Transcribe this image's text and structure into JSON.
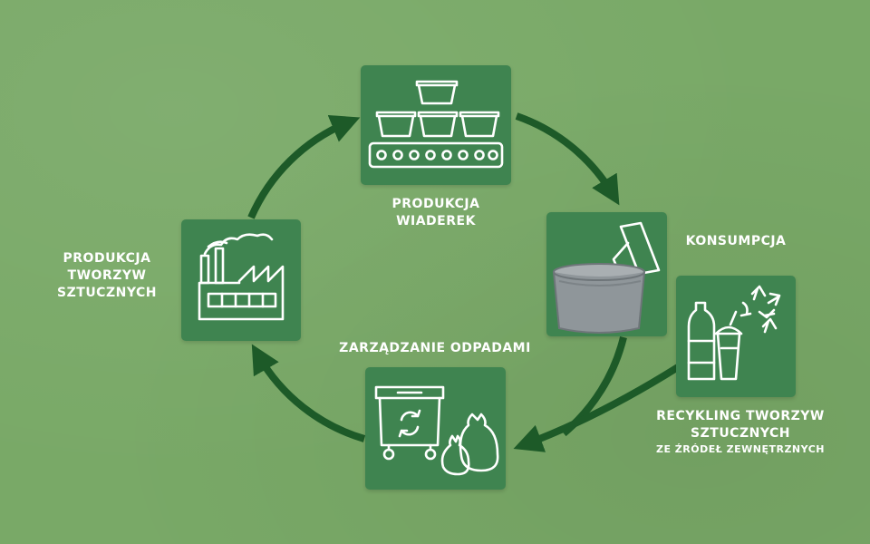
{
  "nodes": {
    "bucket_production": {
      "lines": [
        "PRODUKCJA",
        "WIADEREK"
      ]
    },
    "consumption": {
      "lines": [
        "KONSUMPCJA"
      ]
    },
    "waste_management": {
      "lines": [
        "ZARZĄDZANIE ODPADAMI"
      ]
    },
    "plastics_production": {
      "lines": [
        "PRODUKCJA",
        "TWORZYW",
        "SZTUCZNYCH"
      ]
    },
    "recycling": {
      "lines": [
        "RECYKLING TWORZYW",
        "SZTUCZNYCH"
      ],
      "subline": "ZE ŹRÓDEŁ ZEWNĘTRZNYCH"
    }
  },
  "colors": {
    "background": "#79a967",
    "tile": "#3f8450",
    "arrow": "#1d5a28",
    "text": "#ffffff",
    "bucket_grey": "#8f969a"
  },
  "icons": {
    "bucket_production": "conveyor-buckets-icon",
    "consumption": "paint-bucket-roller-icon",
    "waste_management": "waste-bin-bags-icon",
    "plastics_production": "factory-icon",
    "recycling": "bottles-recycle-icon"
  }
}
